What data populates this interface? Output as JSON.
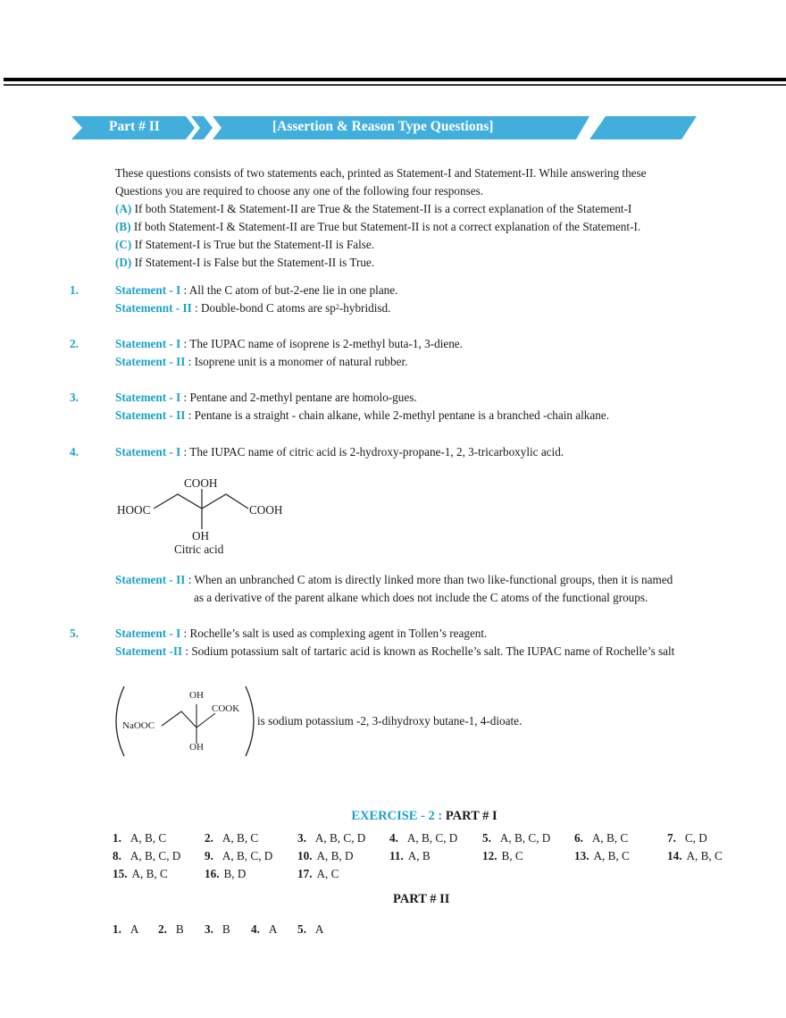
{
  "banner": {
    "part_label": "Part # II",
    "title": "[Assertion & Reason Type Questions]",
    "color": "#41aedc"
  },
  "intro": {
    "line1": "These questions consists of two statements each, printed as Statement-I and Statement-II. While answering these",
    "line2": "Questions you are required to choose any one of the following four responses.",
    "options": [
      {
        "key": "(A)",
        "text": " If both Statement-I & Statement-II are True & the Statement-II is a correct explanation of the Statement-I"
      },
      {
        "key": "(B)",
        "text": " If both Statement-I & Statement-II are True but Statement-II is not a correct explanation of the Statement-I."
      },
      {
        "key": "(C)",
        "text": " If Statement-I is True but the Statement-II is False."
      },
      {
        "key": "(D)",
        "text": " If Statement-I is False but the Statement-II is True."
      }
    ]
  },
  "questions": [
    {
      "num": "1.",
      "s1_label": "Statement  - I",
      "s1_text": " :  All the C atom of but-2-ene lie in one plane.",
      "s2_label": "Statemennt - II",
      "s2_text_a": " : Double-bond C atoms are sp",
      "s2_sup": "2",
      "s2_text_b": "-hybridisd."
    },
    {
      "num": "2.",
      "s1_label": "Statement - I",
      "s1_text": " :  The IUPAC name of isoprene is 2-methyl buta-1, 3-diene.",
      "s2_label": "Statement - II",
      "s2_text": " : Isoprene unit is a monomer of natural rubber."
    },
    {
      "num": "3.",
      "s1_label": "Statement - I",
      "s1_text": "  : Pentane and 2-methyl pentane are homolo-gues.",
      "s2_label": "Statement - II",
      "s2_text": " : Pentane is a straight - chain alkane, while 2-methyl pentane is  a branched -chain alkane."
    },
    {
      "num": "4.",
      "s1_label": "Statement - I",
      "s1_text": " : The IUPAC name of citric acid is 2-hydroxy-propane-1, 2, 3-tricarboxylic acid.",
      "structure": {
        "top": "COOH",
        "left": "HOOC",
        "right": "COOH",
        "bottom": "OH",
        "caption": "Citric acid"
      },
      "s2_label": "Statement - II",
      "s2_text": " : When an unbranched C atom is directly linked more than two like-functional groups, then it is named",
      "s2_text_cont": "as a derivative of the parent alkane which does not include the C atoms of the functional groups."
    },
    {
      "num": "5.",
      "s1_label": "Statement - I",
      "s1_text": " : Rochelle’s salt is used as complexing agent in Tollen’s reagent.",
      "s2_label": "Statement -II",
      "s2_text": " : Sodium potassium salt of tartaric acid is known as Rochelle’s salt. The IUPAC name of Rochelle’s salt",
      "structure": {
        "top": "OH",
        "left": "NaOOC",
        "right": "COOK",
        "bottom": "OH"
      },
      "structure_text": "is sodium potassium -2, 3-dihydroxy butane-1, 4-dioate."
    }
  ],
  "exercise": {
    "title_colored": "EXERCISE - 2 :",
    "title_black": " PART # I",
    "part1_answers": [
      {
        "n": "1.",
        "a": "A, B, C"
      },
      {
        "n": "2.",
        "a": "A, B, C"
      },
      {
        "n": "3.",
        "a": "A, B, C, D"
      },
      {
        "n": "4.",
        "a": "A, B, C, D"
      },
      {
        "n": "5.",
        "a": "A, B, C, D"
      },
      {
        "n": "6.",
        "a": "A, B, C"
      },
      {
        "n": "7.",
        "a": "C, D"
      },
      {
        "n": "8.",
        "a": "A, B, C, D"
      },
      {
        "n": "9.",
        "a": "A, B, C, D"
      },
      {
        "n": "10.",
        "a": "A, B, D"
      },
      {
        "n": "11.",
        "a": "A, B"
      },
      {
        "n": "12.",
        "a": "B, C"
      },
      {
        "n": "13.",
        "a": "A, B, C"
      },
      {
        "n": "14.",
        "a": "A, B, C"
      },
      {
        "n": "15.",
        "a": "A, B, C"
      },
      {
        "n": "16.",
        "a": "B, D"
      },
      {
        "n": "17.",
        "a": "A, C"
      }
    ],
    "part2_title": "PART # II",
    "part2_answers": [
      {
        "n": "1.",
        "a": "A"
      },
      {
        "n": "2.",
        "a": "B"
      },
      {
        "n": "3.",
        "a": "B"
      },
      {
        "n": "4.",
        "a": "A"
      },
      {
        "n": "5.",
        "a": "A"
      }
    ]
  },
  "colors": {
    "accent": "#1ba1c9",
    "banner": "#41aedc",
    "text": "#1a1a1a"
  }
}
